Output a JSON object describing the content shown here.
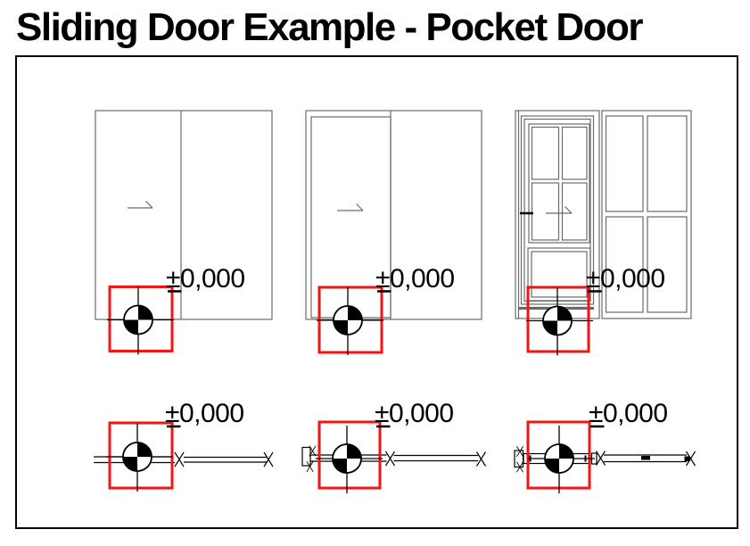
{
  "title": "Sliding Door Example - Pocket Door",
  "colors": {
    "drawing_gray": "#6b6b6b",
    "marker_red": "#f51414",
    "ink_black": "#000000",
    "paper_white": "#ffffff"
  },
  "views": {
    "elevations": [
      {
        "name": "sliding-door-closed-elevation",
        "level_label": "±0,000"
      },
      {
        "name": "pocket-door-open-elevation",
        "level_label": "±0,000"
      },
      {
        "name": "glazed-pocket-door-elevation",
        "level_label": "±0,000"
      }
    ],
    "plans": [
      {
        "name": "sliding-door-plan",
        "level_label": "±0,000"
      },
      {
        "name": "pocket-door-plan",
        "level_label": "±0,000"
      },
      {
        "name": "glazed-pocket-door-plan",
        "level_label": "±0,000"
      }
    ]
  },
  "symbols": {
    "survey_point": "survey-point-icon",
    "x_mark": "break-x-icon",
    "opening_arrow": "opening-direction-arrow-icon",
    "origin_box": "origin-marker-box"
  }
}
